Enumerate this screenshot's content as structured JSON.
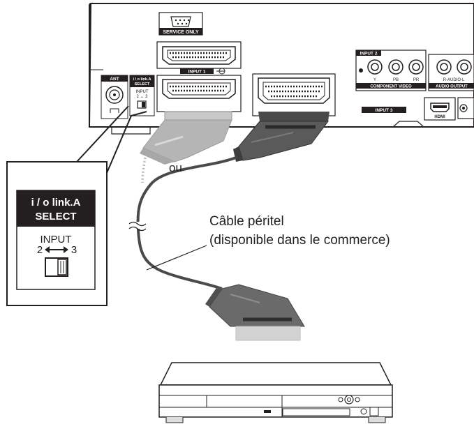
{
  "panel": {
    "service_label": "SERVICE ONLY",
    "ant_label": "ANT",
    "input1_label": "INPUT 1",
    "input2_label": "INPUT 2",
    "input3_label": "INPUT 3",
    "component_video_label": "COMPONENT VIDEO",
    "y_label": "Y",
    "pb_label": "PB",
    "pr_label": "PR",
    "r_audio_l_label": "R-AUDIO-L",
    "audio_output_label": "AUDIO OUTPUT",
    "hdmi_label": "HDMI",
    "small_switch": {
      "line1": "i / o link.A",
      "line2": "SELECT",
      "input": "INPUT",
      "range": "2 ↔ 3"
    }
  },
  "callout": {
    "title_line1": "i / o link.A",
    "title_line2": "SELECT",
    "input_label": "INPUT",
    "left_number": "2",
    "right_number": "3"
  },
  "labels": {
    "or": "ou",
    "cable_line1": "Câble péritel",
    "cable_line2": "(disponible dans le commerce)"
  },
  "colors": {
    "line": "#231f20",
    "panel_fill": "#ffffff",
    "dark_box": "#231f20",
    "grey_plug": "#b5b5b5",
    "dark_plug": "#555555"
  }
}
